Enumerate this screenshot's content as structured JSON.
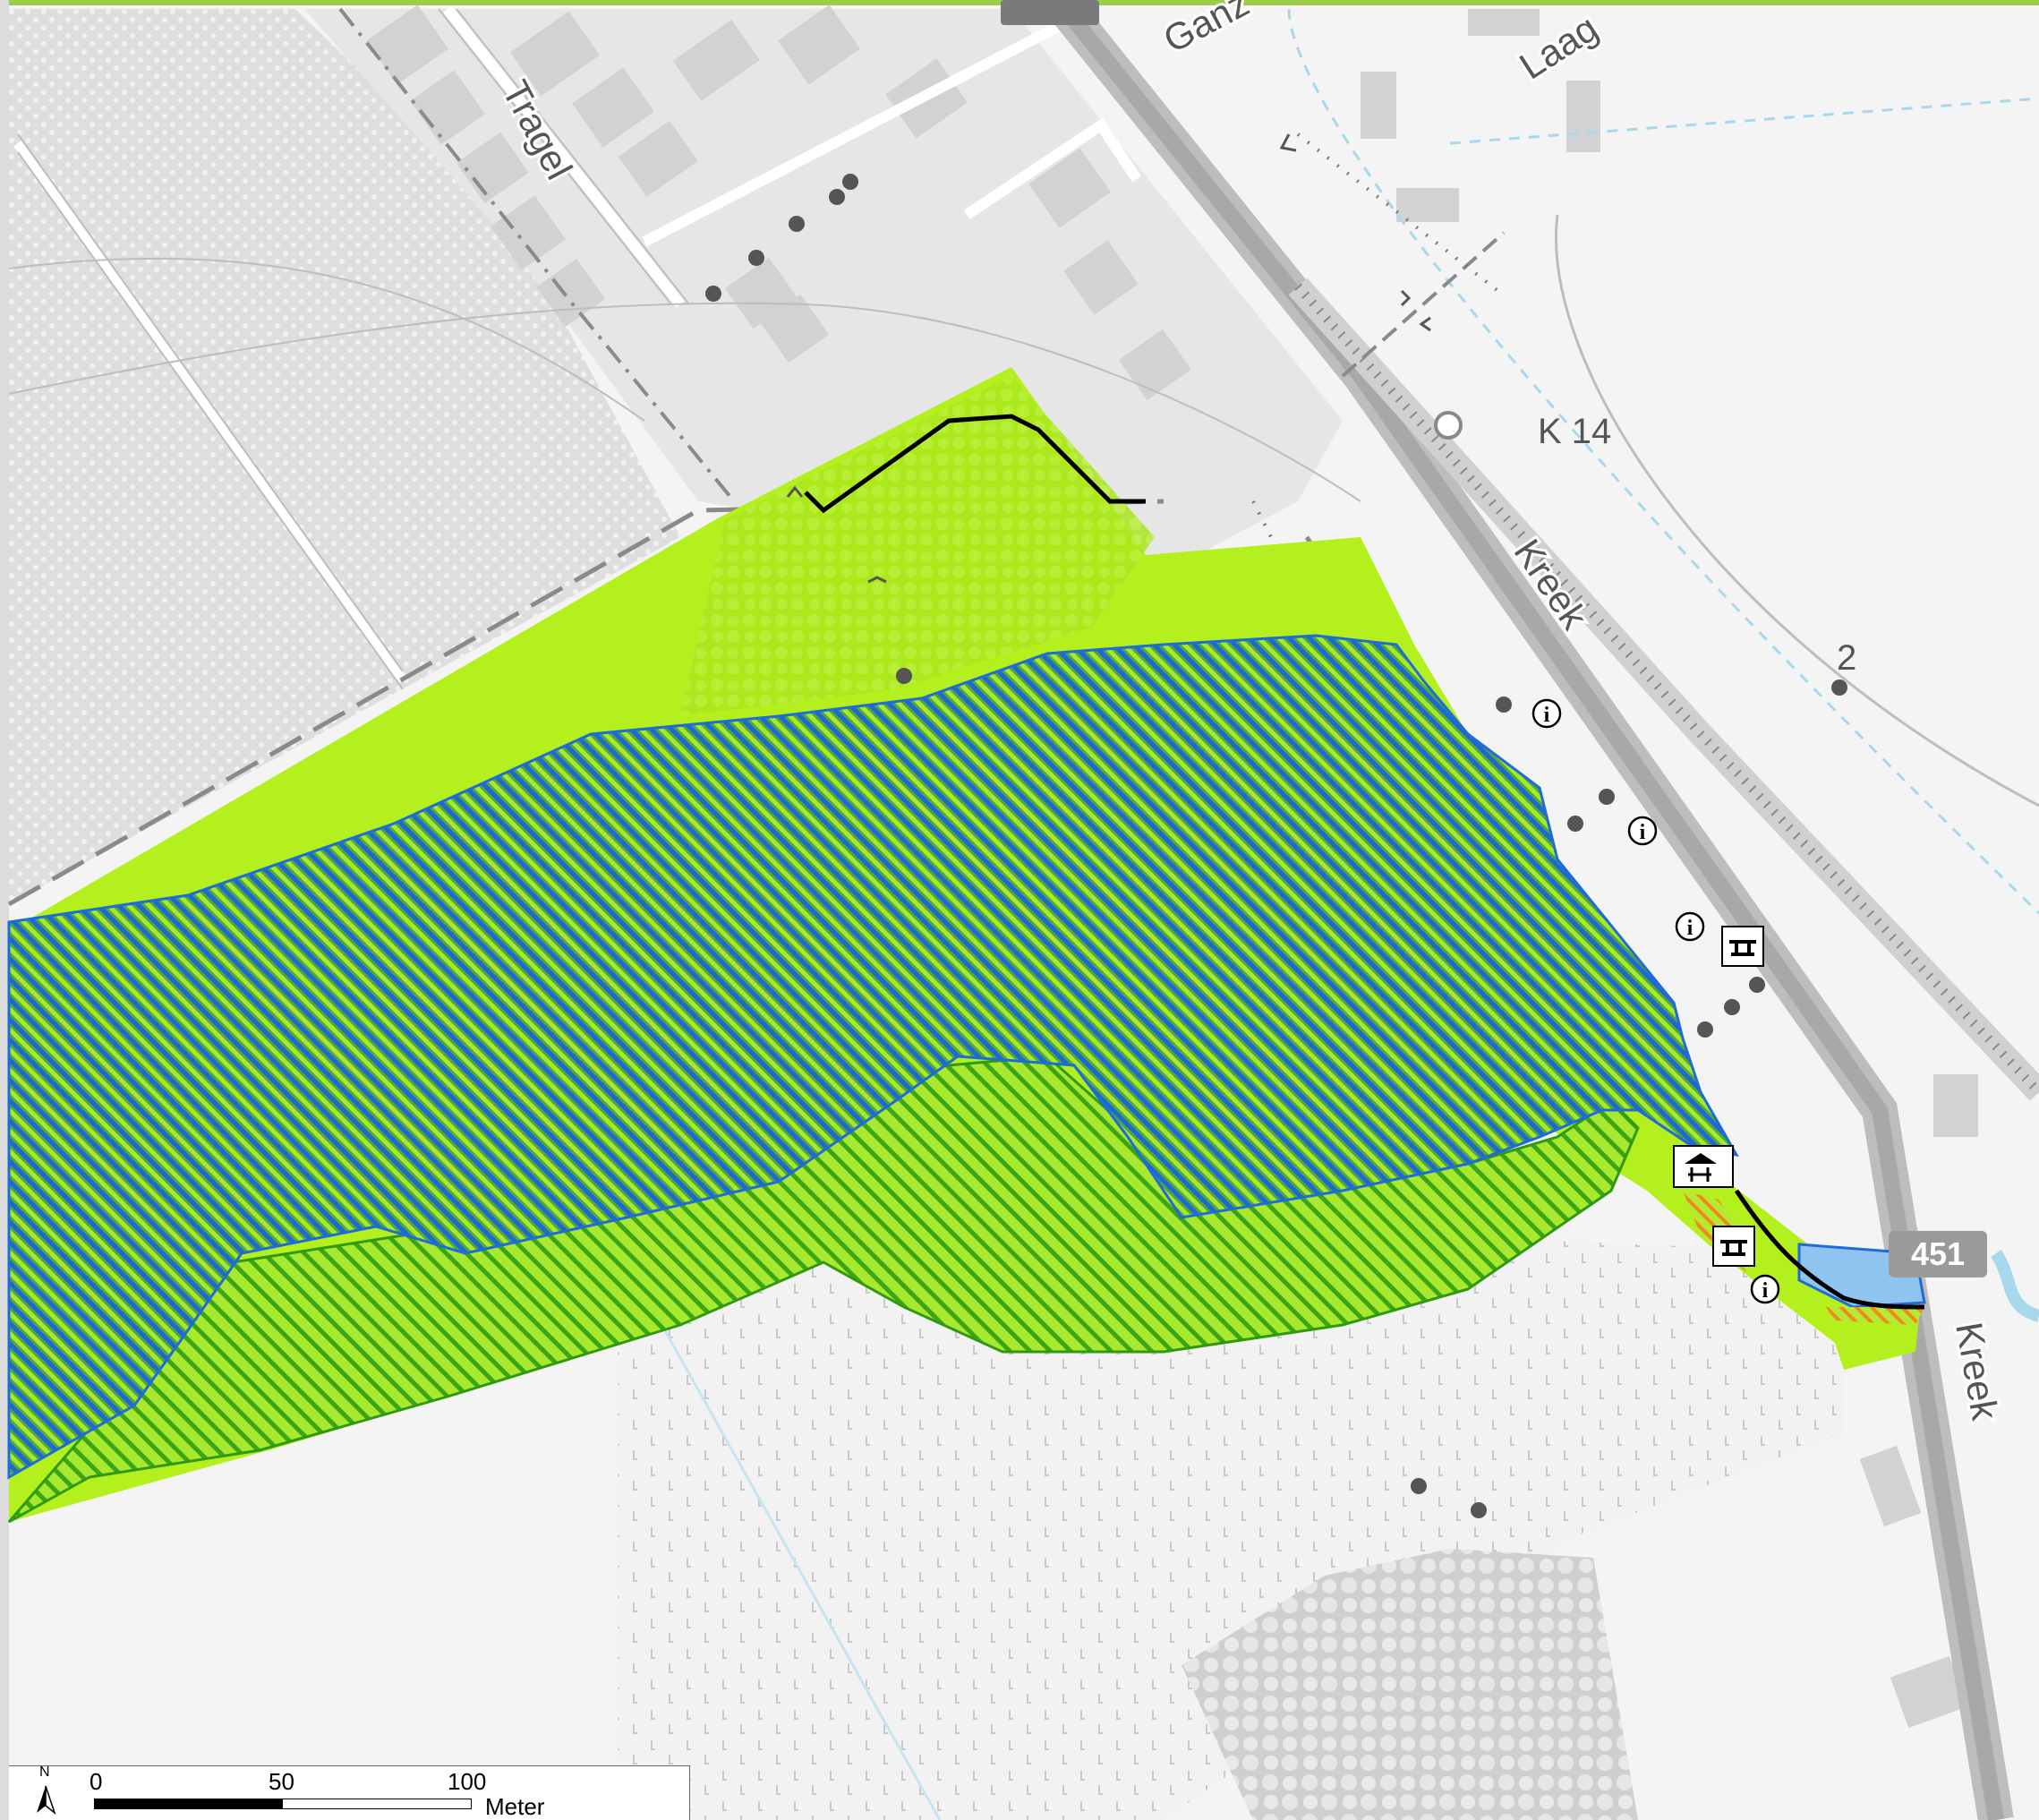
{
  "map": {
    "labels": {
      "street_tragel": "Tragel",
      "street_ganz": "Ganz",
      "street_laag": "Laag",
      "street_kreek_north": "Kreek",
      "street_kreek_south": "Kreek",
      "k14": "K 14",
      "number_2": "2",
      "shield_n451": "451",
      "shield_top": "..."
    },
    "colors": {
      "background": "#f4f4f4",
      "built_area": "#dcdcdc",
      "forest_dots": "#e2e2e2",
      "building": "#d6d6d6",
      "road_main": "#bdbdbd",
      "light_green": "#b3f01e",
      "hatch_blue": "#1f67d6",
      "hatch_green": "#3aa515",
      "water_line": "#9cd0e8",
      "orange_hatch": "#f08a1e",
      "blue_fill": "#8fc4ee",
      "route_black": "#000000"
    },
    "icons": [
      "info-icon",
      "picnic-table-icon",
      "shelter-icon",
      "dot-marker",
      "viewpoint-icon"
    ]
  },
  "scalebar": {
    "label_0": "0",
    "label_50": "50",
    "label_100": "100",
    "unit": "Meter",
    "north": "N"
  }
}
